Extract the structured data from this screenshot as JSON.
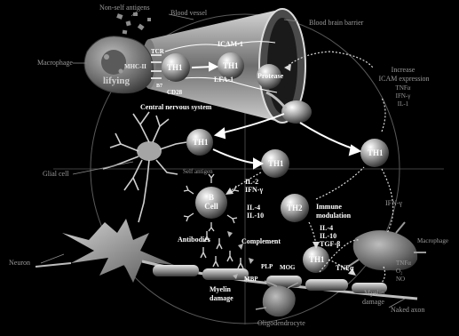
{
  "labels": {
    "non_self_antigens": "Non-self antigens",
    "blood_vessel": "Blood vessel",
    "blood_brain_barrier": "Blood brain barrier",
    "macrophage_left": "Macrophage",
    "mhc_ii": "MHC-II",
    "tcr": "TCR",
    "b7": "B7",
    "cd28": "CD28",
    "th1_vessel": "TH1",
    "th1_vessel_2": "TH1",
    "icam1": "ICAM-1",
    "lfa1": "LFA-1",
    "protease": "Protease",
    "partial_word": "lifying",
    "increase": "Increase",
    "icam_expression": "ICAM  expression",
    "tnf_alpha_top": "TNFα",
    "ifn_gamma_top": "IFN-γ",
    "il1": "IL-1",
    "cns": "Central nervous system",
    "glial_cell": "Glial cell",
    "self_antigen": "Self antigen",
    "th1_glial": "TH1",
    "th1_center": "TH1",
    "th1_right": "TH1",
    "il2": "IL-2",
    "ifn_gamma_mid": "IFN-γ",
    "b_cell_line1": "B",
    "b_cell_line2": "Cell",
    "il4_b": "IL-4",
    "il10_b": "IL-10",
    "th2": "TH2",
    "immune_modulation_1": "Immune",
    "immune_modulation_2": "modulation",
    "ifn_gamma_right": "IFN-γ",
    "il4_th2": "IL-4",
    "il10_th2": "IL-10",
    "tgf_beta": "TGF-β",
    "antibodies": "Antibodies",
    "complement": "Complement",
    "macrophage_right": "Macrophage",
    "th1_bottom": "TH1",
    "tnf_alpha_bottom": "TNFα",
    "tnf_alpha_mac": "TNFα",
    "o2": "O₂",
    "no": "NO",
    "neuron": "Neuron",
    "mbp": "MBP",
    "plp": "PLP",
    "mog": "MOG",
    "myelin_damage_center_1": "Myelin",
    "myelin_damage_center_2": "damage",
    "myelin_damage_right_1": "Myelin",
    "myelin_damage_right_2": "damage",
    "oligodendrocyte": "Oligodendrocyte",
    "naked_axon": "Naked axon"
  },
  "colors": {
    "background": "#000000",
    "cell_gray": "#9a9a9a",
    "label_white": "#ffffff",
    "label_gray": "#9a9a9a"
  }
}
